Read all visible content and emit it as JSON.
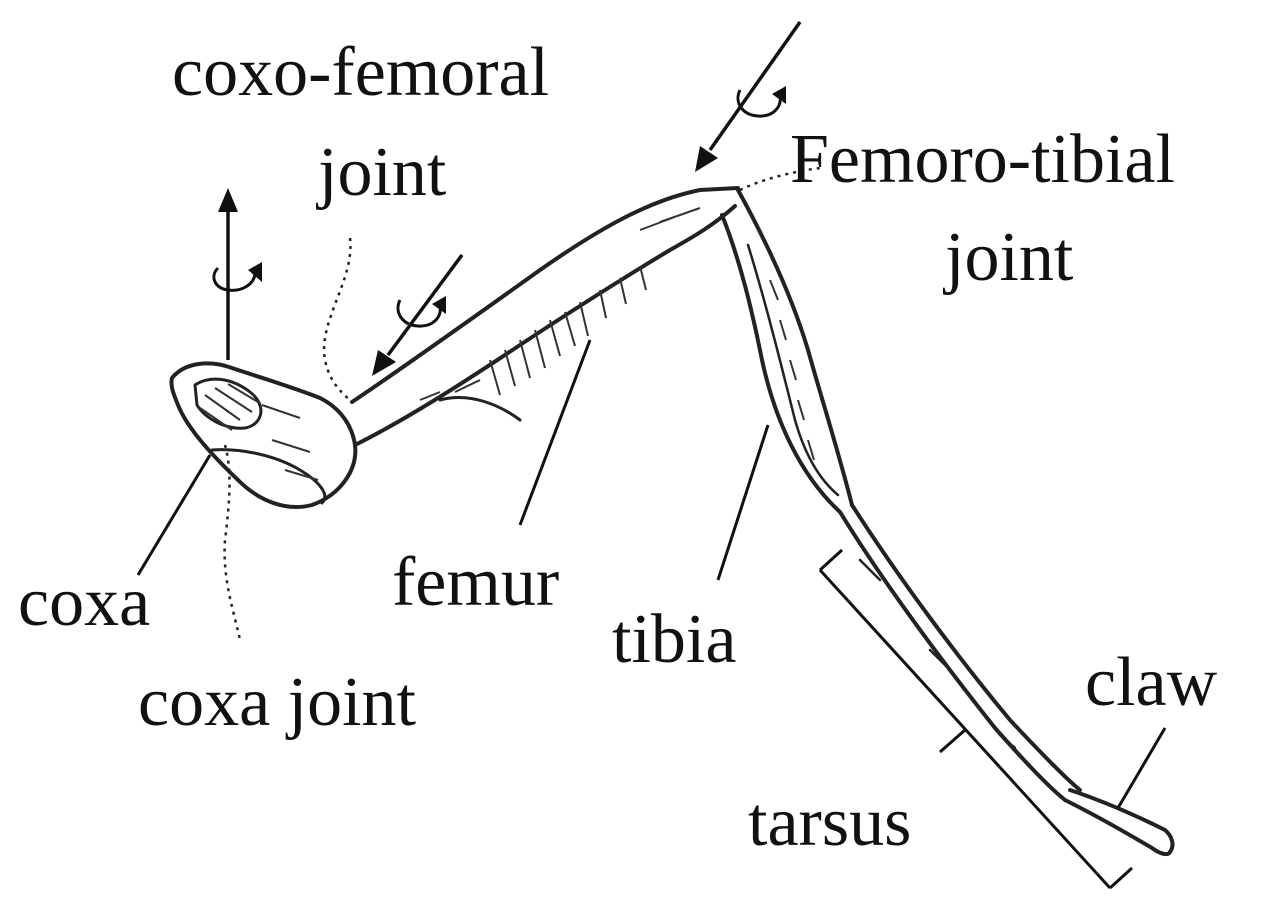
{
  "labels": {
    "coxo_femoral_line1": "coxo-femoral",
    "coxo_femoral_line2": "joint",
    "femoro_tibial_line1": "Femoro-tibial",
    "femoro_tibial_line2": "joint",
    "coxa": "coxa",
    "coxa_joint": "coxa joint",
    "femur": "femur",
    "tibia": "tibia",
    "claw": "claw",
    "tarsus": "tarsus"
  },
  "colors": {
    "ink": "#111111",
    "background": "#ffffff"
  },
  "icons": [
    "rotation-axis-arrow-icon",
    "rotation-direction-arrow-icon"
  ]
}
